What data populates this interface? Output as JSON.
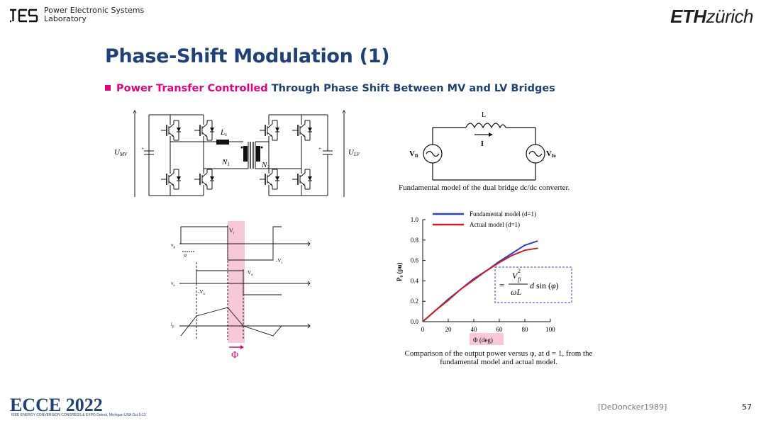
{
  "header": {
    "lab_line1": "Power Electronic Systems",
    "lab_line2": "Laboratory",
    "eth_bold": "ETH",
    "eth_rest": "zürich"
  },
  "slide": {
    "title": "Phase-Shift Modulation (1)",
    "bullet_highlight": "Power Transfer Controlled",
    "bullet_rest": " Through Phase Shift Between MV and LV Bridges"
  },
  "circuit": {
    "u_mv": "U",
    "u_mv_sub": "MV",
    "u_lv": "U",
    "u_lv_sub": "LV",
    "ls": "L",
    "ls_sub": "s",
    "n1": "N",
    "n1_sub": "1",
    "n2": "N",
    "n2_sub": "2"
  },
  "fund_model": {
    "inductor_label": "L",
    "current_label": "I",
    "vfi": "V",
    "vfi_sub": "fi",
    "vfo": "V",
    "vfo_sub": "fo",
    "caption": "Fundamental model of the dual bridge dc/dc converter."
  },
  "waveforms": {
    "vp": "v",
    "vp_sub": "p",
    "vs": "v",
    "vs_sub": "s",
    "ip": "i",
    "ip_sub": "p",
    "vi": "V",
    "vi_sub": "i",
    "neg_vi": "-V",
    "neg_vi_sub": "i",
    "vo": "V",
    "vo_sub": "o",
    "neg_vo": "-V",
    "neg_vo_sub": "o",
    "phi_small": "φ",
    "phi_label": "Φ"
  },
  "chart_data": {
    "type": "line",
    "title": "",
    "xlabel": "Φ  (deg)",
    "ylabel": "P₀ (pu)",
    "xlim": [
      0,
      100
    ],
    "ylim": [
      0,
      1.0
    ],
    "xticks": [
      "0",
      "20",
      "40",
      "60",
      "80",
      "100"
    ],
    "yticks": [
      "0.0",
      "0.2",
      "0.4",
      "0.6",
      "0.8",
      "1.0"
    ],
    "legend_position": "top",
    "series": [
      {
        "name": "Fundamental model (d=1)",
        "color": "#2a3fd6",
        "x": [
          0,
          10,
          20,
          30,
          40,
          50,
          60,
          70,
          80,
          90
        ],
        "y": [
          0,
          0.11,
          0.22,
          0.32,
          0.42,
          0.5,
          0.59,
          0.67,
          0.75,
          0.79
        ]
      },
      {
        "name": "Actual model (d=1)",
        "color": "#c81e1e",
        "x": [
          0,
          10,
          20,
          30,
          40,
          50,
          60,
          70,
          80,
          90
        ],
        "y": [
          0,
          0.11,
          0.21,
          0.32,
          0.41,
          0.5,
          0.58,
          0.65,
          0.7,
          0.72
        ]
      }
    ],
    "formula": "= V_fi^2 / (ωL) · d sin(φ)",
    "caption_line1": "Comparison of the output power versus φ, at d = 1, from the",
    "caption_line2": "fundamental model and actual model."
  },
  "footer": {
    "reference": "[DeDoncker1989]",
    "page": "57",
    "ecce_logo": "ECCE 2022",
    "ecce_sub": "IEEE ENERGY CONVERSION CONGRESS & EXPO  Detroit, Michigan USA Oct 9-13"
  },
  "colors": {
    "accent_blue": "#1f407a",
    "accent_magenta": "#e6007e",
    "highlight_pink": "#f7c9d8"
  }
}
